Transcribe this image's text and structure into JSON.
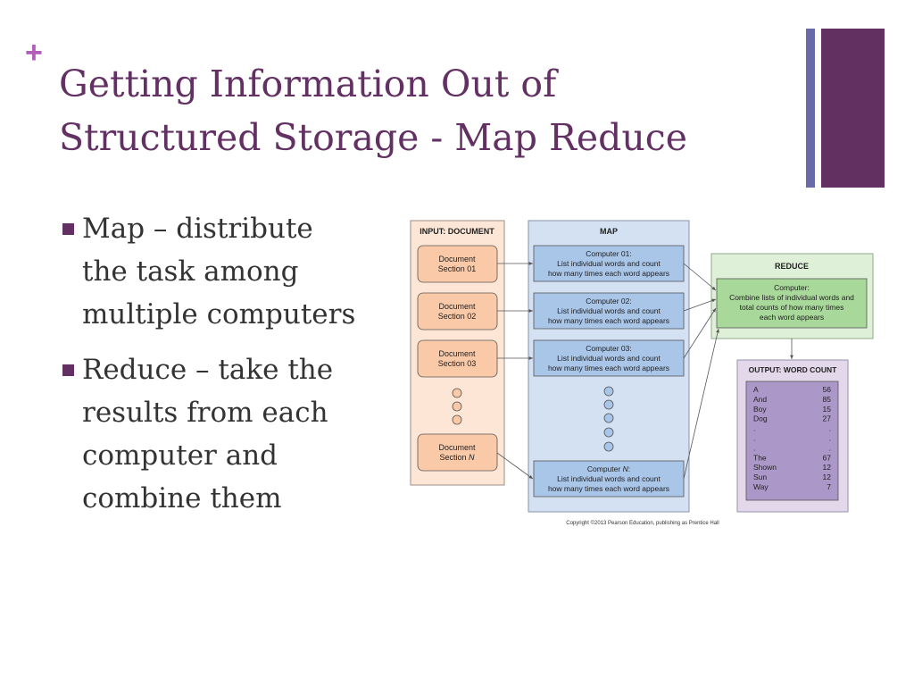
{
  "slide": {
    "plus": "+",
    "title_lines": [
      "Getting Information Out of",
      "Structured Storage - Map Reduce"
    ],
    "bullets": [
      {
        "lines": [
          "Map – distribute",
          "the task among",
          "multiple computers"
        ]
      },
      {
        "lines": [
          "Reduce – take the",
          "results from each",
          "computer and",
          "combine them"
        ]
      }
    ]
  },
  "diagram": {
    "input_header": "INPUT: DOCUMENT",
    "map_header": "MAP",
    "reduce_header": "REDUCE",
    "output_header": "OUTPUT: WORD COUNT",
    "sections": [
      {
        "line1": "Document",
        "line2": "Section 01"
      },
      {
        "line1": "Document",
        "line2": "Section 02"
      },
      {
        "line1": "Document",
        "line2": "Section 03"
      },
      {
        "line1": "Document",
        "line2_prefix": "Section ",
        "line2_italic": "N"
      }
    ],
    "computers": [
      {
        "name": "Computer 01:",
        "line2": "List individual words and count",
        "line3": "how many times each word appears"
      },
      {
        "name": "Computer 02:",
        "line2": "List individual words and count",
        "line3": "how many times each word appears"
      },
      {
        "name": "Computer 03:",
        "line2": "List individual words and count",
        "line3": "how many times each word appears"
      },
      {
        "name_prefix": "Computer ",
        "name_italic": "N",
        "name_suffix": ":",
        "line2": "List individual words and count",
        "line3": "how many times each word appears"
      }
    ],
    "reduce_box": {
      "line1": "Computer:",
      "line2": "Combine lists of individual words and",
      "line3": "total counts of how many times",
      "line4": "each word appears"
    },
    "word_counts": [
      {
        "word": "A",
        "count": "56"
      },
      {
        "word": "And",
        "count": "85"
      },
      {
        "word": "Boy",
        "count": "15"
      },
      {
        "word": "Dog",
        "count": "27"
      },
      {
        "word": ".",
        "count": "."
      },
      {
        "word": ".",
        "count": "."
      },
      {
        "word": ".",
        "count": "."
      },
      {
        "word": "The",
        "count": "67"
      },
      {
        "word": "Shown",
        "count": "12"
      },
      {
        "word": "Sun",
        "count": "12"
      },
      {
        "word": "Way",
        "count": "7"
      }
    ],
    "copyright": "Copyright ©2013 Pearson Education, publishing as Prentice Hall"
  },
  "colors": {
    "title": "#633063",
    "plus": "#b35bbd",
    "bar_thin": "#6a6aa8",
    "bar_wide": "#623061",
    "input_panel": "#fde6d6",
    "input_box": "#f9c9a8",
    "map_panel": "#d3e1f3",
    "map_box": "#a9c5e8",
    "reduce_panel": "#dff0d8",
    "reduce_box": "#a8d89a",
    "output_panel": "#e3d8ea",
    "output_box": "#ab97c8"
  }
}
